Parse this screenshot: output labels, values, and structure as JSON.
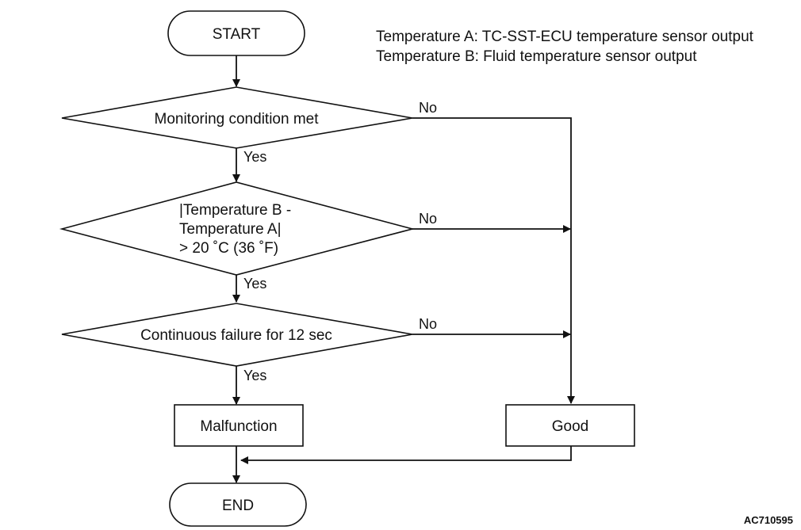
{
  "legend": {
    "line_a": "Temperature A: TC-SST-ECU temperature sensor output",
    "line_b": "Temperature B: Fluid temperature sensor output"
  },
  "nodes": {
    "start": "START",
    "decision1": "Monitoring condition met",
    "decision2": {
      "line1": "|Temperature B -",
      "line2": "Temperature A|",
      "line3": "> 20 ˚C (36 ˚F)"
    },
    "decision3": "Continuous failure for 12 sec",
    "malfunction": "Malfunction",
    "good": "Good",
    "end": "END"
  },
  "branches": {
    "yes1": "Yes",
    "no1": "No",
    "yes2": "Yes",
    "no2": "No",
    "yes3": "Yes",
    "no3": "No"
  },
  "figure_code": "AC710595"
}
